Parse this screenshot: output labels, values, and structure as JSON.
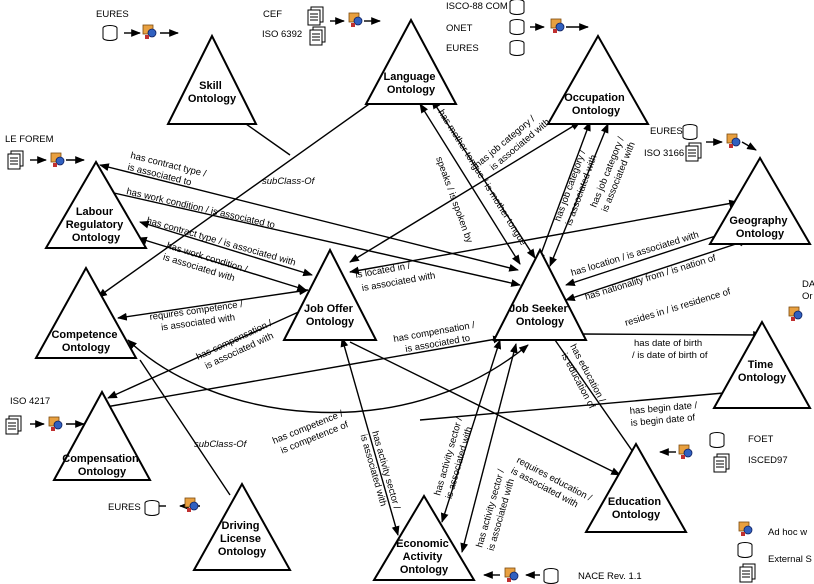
{
  "ontologies": {
    "skill": [
      "Skill",
      "Ontology"
    ],
    "language": [
      "Language",
      "Ontology"
    ],
    "occupation": [
      "Occupation",
      "Ontology"
    ],
    "labour": [
      "Labour",
      "Regulatory",
      "Ontology"
    ],
    "geography": [
      "Geography",
      "Ontology"
    ],
    "competence": [
      "Competence",
      "Ontology"
    ],
    "joboffer": [
      "Job Offer",
      "Ontology"
    ],
    "jobseeker": [
      "Job Seeker",
      "Ontology"
    ],
    "time": [
      "Time",
      "Ontology"
    ],
    "compensation": [
      "Compensation",
      "Ontology"
    ],
    "education": [
      "Education",
      "Ontology"
    ],
    "driving": [
      "Driving",
      "License",
      "Ontology"
    ],
    "economic": [
      "Economic",
      "Activity",
      "Ontology"
    ]
  },
  "sources": {
    "eures_top": "EURES",
    "cef": "CEF",
    "iso6392": "ISO 6392",
    "isco88": "ISCO-88 COM",
    "onet": "ONET",
    "eures_mid": "EURES",
    "le_forem": "LE FOREM",
    "eures_geo": "EURES",
    "iso3166": "ISO 3166",
    "da": "DA",
    "or": "Or",
    "iso4217": "ISO 4217",
    "foet": "FOET",
    "isced97": "ISCED97",
    "eures_bottom": "EURES",
    "nace": "NACE Rev. 1.1"
  },
  "legend": {
    "adhoc": "Ad hoc w",
    "external": "External S"
  },
  "relations": {
    "contract1": [
      "has contract type /",
      "is associated to"
    ],
    "workcond1": "has work condition / is associated to",
    "subclass1": "subClass-Of",
    "contract2": "has contract type / is associated with",
    "workcond2": [
      "has work condition /",
      "is associated with"
    ],
    "requires_comp": [
      "requires competence /",
      "is associated with"
    ],
    "comp_jo": [
      "has compensation /",
      "is associated with"
    ],
    "comp_js": [
      "has compensation /",
      "is associated to"
    ],
    "located": [
      "is located in /",
      "is associated with"
    ],
    "mothertongue": "has mother tongue / is mother tongue",
    "spoken": "speaks / is spoken by",
    "jobcat1": [
      "has job category /",
      "is associated with"
    ],
    "jobcat2": [
      "has job category /",
      "is associated with"
    ],
    "jobcat3": [
      "has job category /",
      "is associated with"
    ],
    "location": "has location / is associated with",
    "nationality": "has nationality from / is nation of",
    "resides": "resides in / is residence of",
    "birth": [
      "has date of birth",
      "/ is date of birth of"
    ],
    "begin": [
      "has begin date /",
      "is begin date of"
    ],
    "education_js": [
      "has education /",
      "is education of"
    ],
    "requires_edu": [
      "requires education /",
      "is associated with"
    ],
    "has_comp": [
      "has competence /",
      "is competence of"
    ],
    "activity1": [
      "has activity sector /",
      "is associated with"
    ],
    "activity2": [
      "has activity sector /",
      "is associated with"
    ],
    "activity3": [
      "has activity sector /",
      "is associated with"
    ],
    "subclass2": "subClass-Of"
  }
}
